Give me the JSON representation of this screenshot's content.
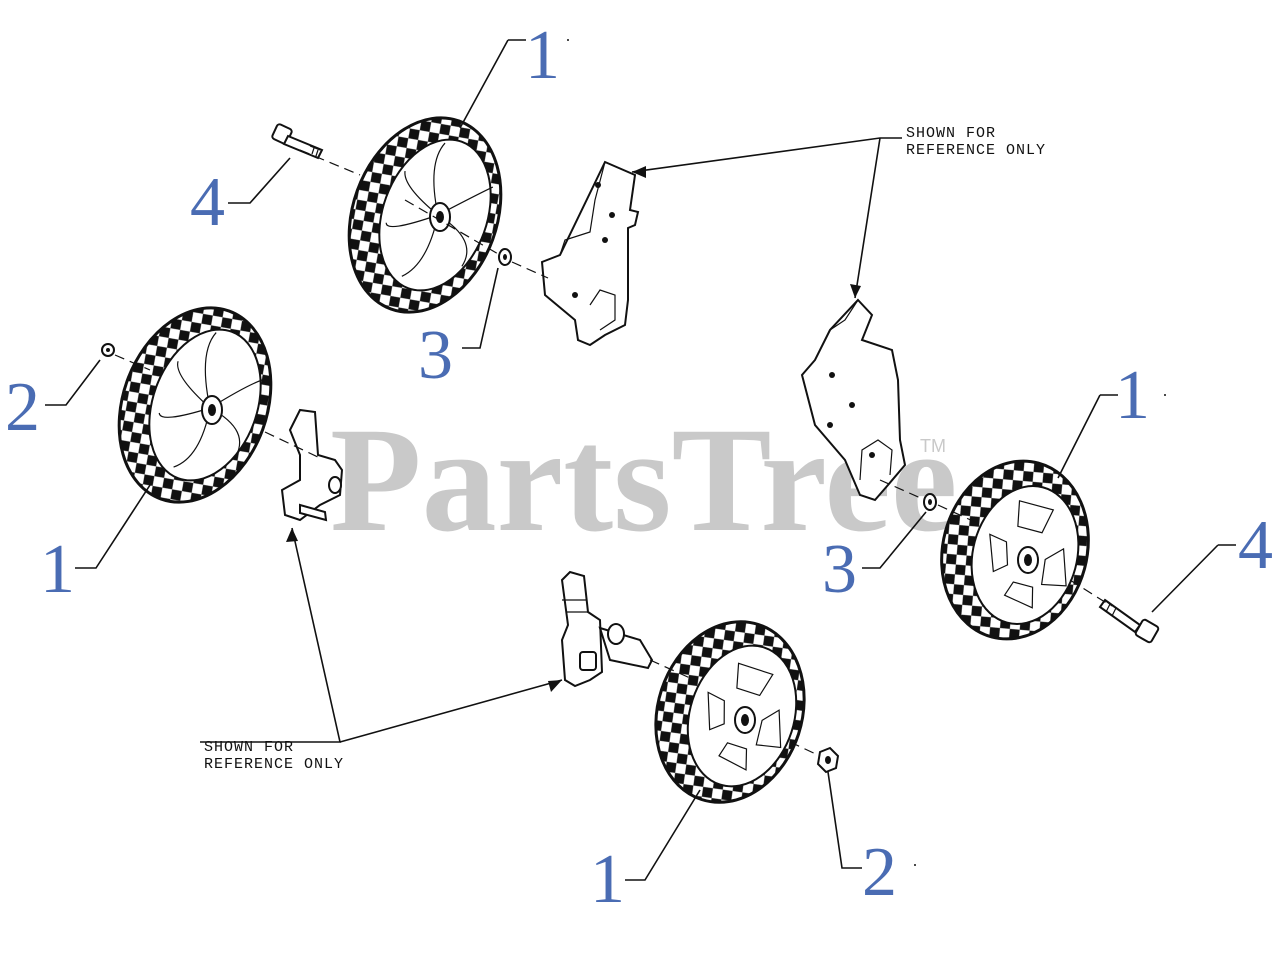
{
  "watermark": {
    "text": "PartsTree",
    "trademark": "TM"
  },
  "notes": {
    "top_right": {
      "line1": "SHOWN FOR",
      "line2": "REFERENCE ONLY"
    },
    "bottom_left": {
      "line1": "SHOWN FOR",
      "line2": "REFERENCE ONLY"
    }
  },
  "callouts": {
    "c1_top": "1",
    "c4_top_left": "4",
    "c3_top_center": "3",
    "c2_left": "2",
    "c1_left": "1",
    "c1_right": "1",
    "c3_right": "3",
    "c4_right": "4",
    "c1_bottom": "1",
    "c2_bottom": "2"
  },
  "colors": {
    "callout": "#4a6cb3",
    "watermark": "#c9c9c9",
    "ink": "#111111"
  }
}
